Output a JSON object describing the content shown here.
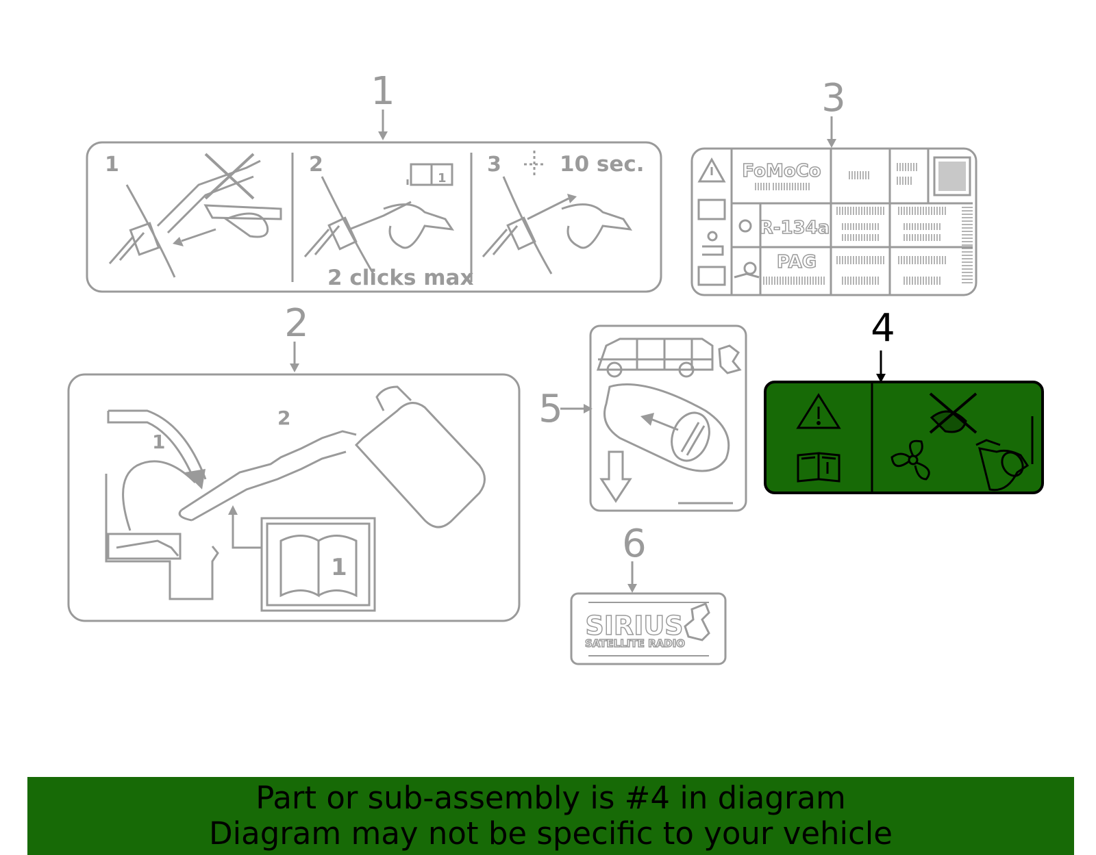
{
  "callouts": {
    "c1": "1",
    "c2": "2",
    "c3": "3",
    "c4": "4",
    "c5": "5",
    "c6": "6"
  },
  "label1": {
    "step1": "1",
    "step2": "2",
    "step3": "3",
    "time": "10 sec.",
    "clicks": "2 clicks max",
    "book_num": "1"
  },
  "label2": {
    "step1": "1",
    "step2": "2",
    "book_num": "1"
  },
  "label3": {
    "brand": "FoMoCo",
    "refrigerant": "R-134a",
    "oil": "PAG"
  },
  "label6": {
    "brand": "SIRIUS",
    "subtitle": "SATELLITE RADIO"
  },
  "highlight": {
    "part_number": "4",
    "fill_color": "#176a06"
  },
  "banner": {
    "line1": "Part or sub-assembly is #4 in diagram",
    "line2": "Diagram may not be specific to your vehicle",
    "color": "#176a06"
  }
}
